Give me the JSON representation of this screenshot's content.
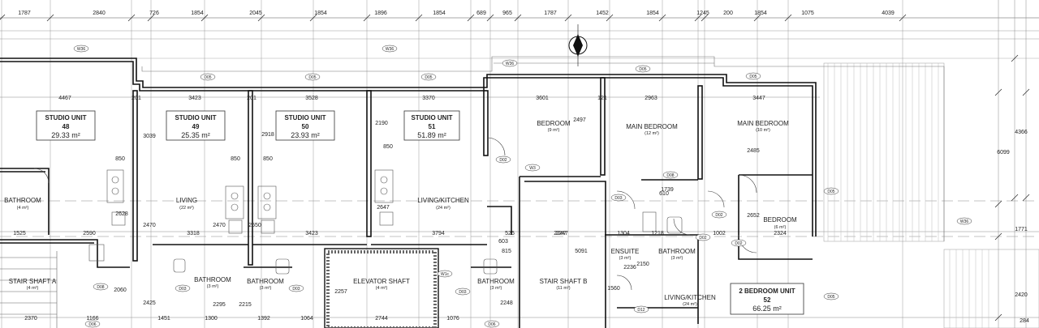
{
  "top_dimensions": [
    "1787",
    "2840",
    "726",
    "1854",
    "2045",
    "1854",
    "1896",
    "1854",
    "689",
    "965",
    "1787",
    "1452",
    "1854",
    "1245",
    "200",
    "1854",
    "1075",
    "4039"
  ],
  "units": [
    {
      "title": "STUDIO UNIT",
      "number": "48",
      "area": "29.33 m²"
    },
    {
      "title": "STUDIO UNIT",
      "number": "49",
      "area": "25.35 m²"
    },
    {
      "title": "STUDIO UNIT",
      "number": "50",
      "area": "23.93 m²"
    },
    {
      "title": "STUDIO UNIT",
      "number": "51",
      "area": "51.89 m²"
    },
    {
      "title": "2 BEDROOM UNIT",
      "number": "52",
      "area": "66.25 m²"
    }
  ],
  "rooms": [
    {
      "name": "BATHROOM",
      "area": "(4 m²)"
    },
    {
      "name": "LIVING",
      "area": "(22 m²)"
    },
    {
      "name": "LIVING/KITCHEN",
      "area": "(24 m²)"
    },
    {
      "name": "BEDROOM",
      "area": "(9 m²)"
    },
    {
      "name": "MAIN BEDROOM",
      "area": "(12 m²)"
    },
    {
      "name": "MAIN BEDROOM",
      "area": "(10 m²)"
    },
    {
      "name": "BEDROOM",
      "area": "(6 m²)"
    },
    {
      "name": "STAIR SHAFT A",
      "area": "(4 m²)"
    },
    {
      "name": "BATHROOM",
      "area": "(3 m²)"
    },
    {
      "name": "BATHROOM",
      "area": "(3 m²)"
    },
    {
      "name": "ELEVATOR SHAFT",
      "area": "(4 m²)"
    },
    {
      "name": "BATHROOM",
      "area": "(3 m²)"
    },
    {
      "name": "STAIR SHAFT B",
      "area": "(11 m²)"
    },
    {
      "name": "ENSUITE",
      "area": "(3 m²)"
    },
    {
      "name": "BATHROOM",
      "area": "(3 m²)"
    },
    {
      "name": "LIVING/KITCHEN",
      "area": "(24 m²)"
    }
  ],
  "inner_dimensions": [
    "4467",
    "3423",
    "3528",
    "3370",
    "3601",
    "2963",
    "3447",
    "201",
    "121",
    "1525",
    "2590",
    "3318",
    "3423",
    "3794",
    "2247",
    "1304",
    "1218",
    "1002",
    "2324",
    "2370",
    "1166",
    "1451",
    "1300",
    "1392",
    "1064",
    "2744",
    "1076",
    "201",
    "850",
    "850",
    "850",
    "850",
    "2247",
    "1739",
    "610",
    "2470",
    "2470",
    "2550",
    "2647",
    "2628",
    "2652",
    "2485",
    "2497",
    "2190",
    "2918",
    "3039",
    "2060",
    "2425",
    "2295",
    "2215",
    "2257",
    "2248",
    "2236",
    "2150",
    "1560",
    "5091",
    "6099",
    "4366",
    "1771",
    "2420",
    "284",
    "525",
    "603",
    "815"
  ],
  "tags": [
    "W36",
    "W36",
    "W36",
    "W36",
    "D05",
    "D05",
    "D05",
    "D05",
    "D05",
    "D05",
    "D05",
    "D02",
    "D02",
    "D02",
    "D02",
    "D03",
    "D03",
    "D03",
    "D03",
    "D06",
    "D08",
    "D08",
    "D06",
    "D12",
    "W3",
    "W1c"
  ]
}
